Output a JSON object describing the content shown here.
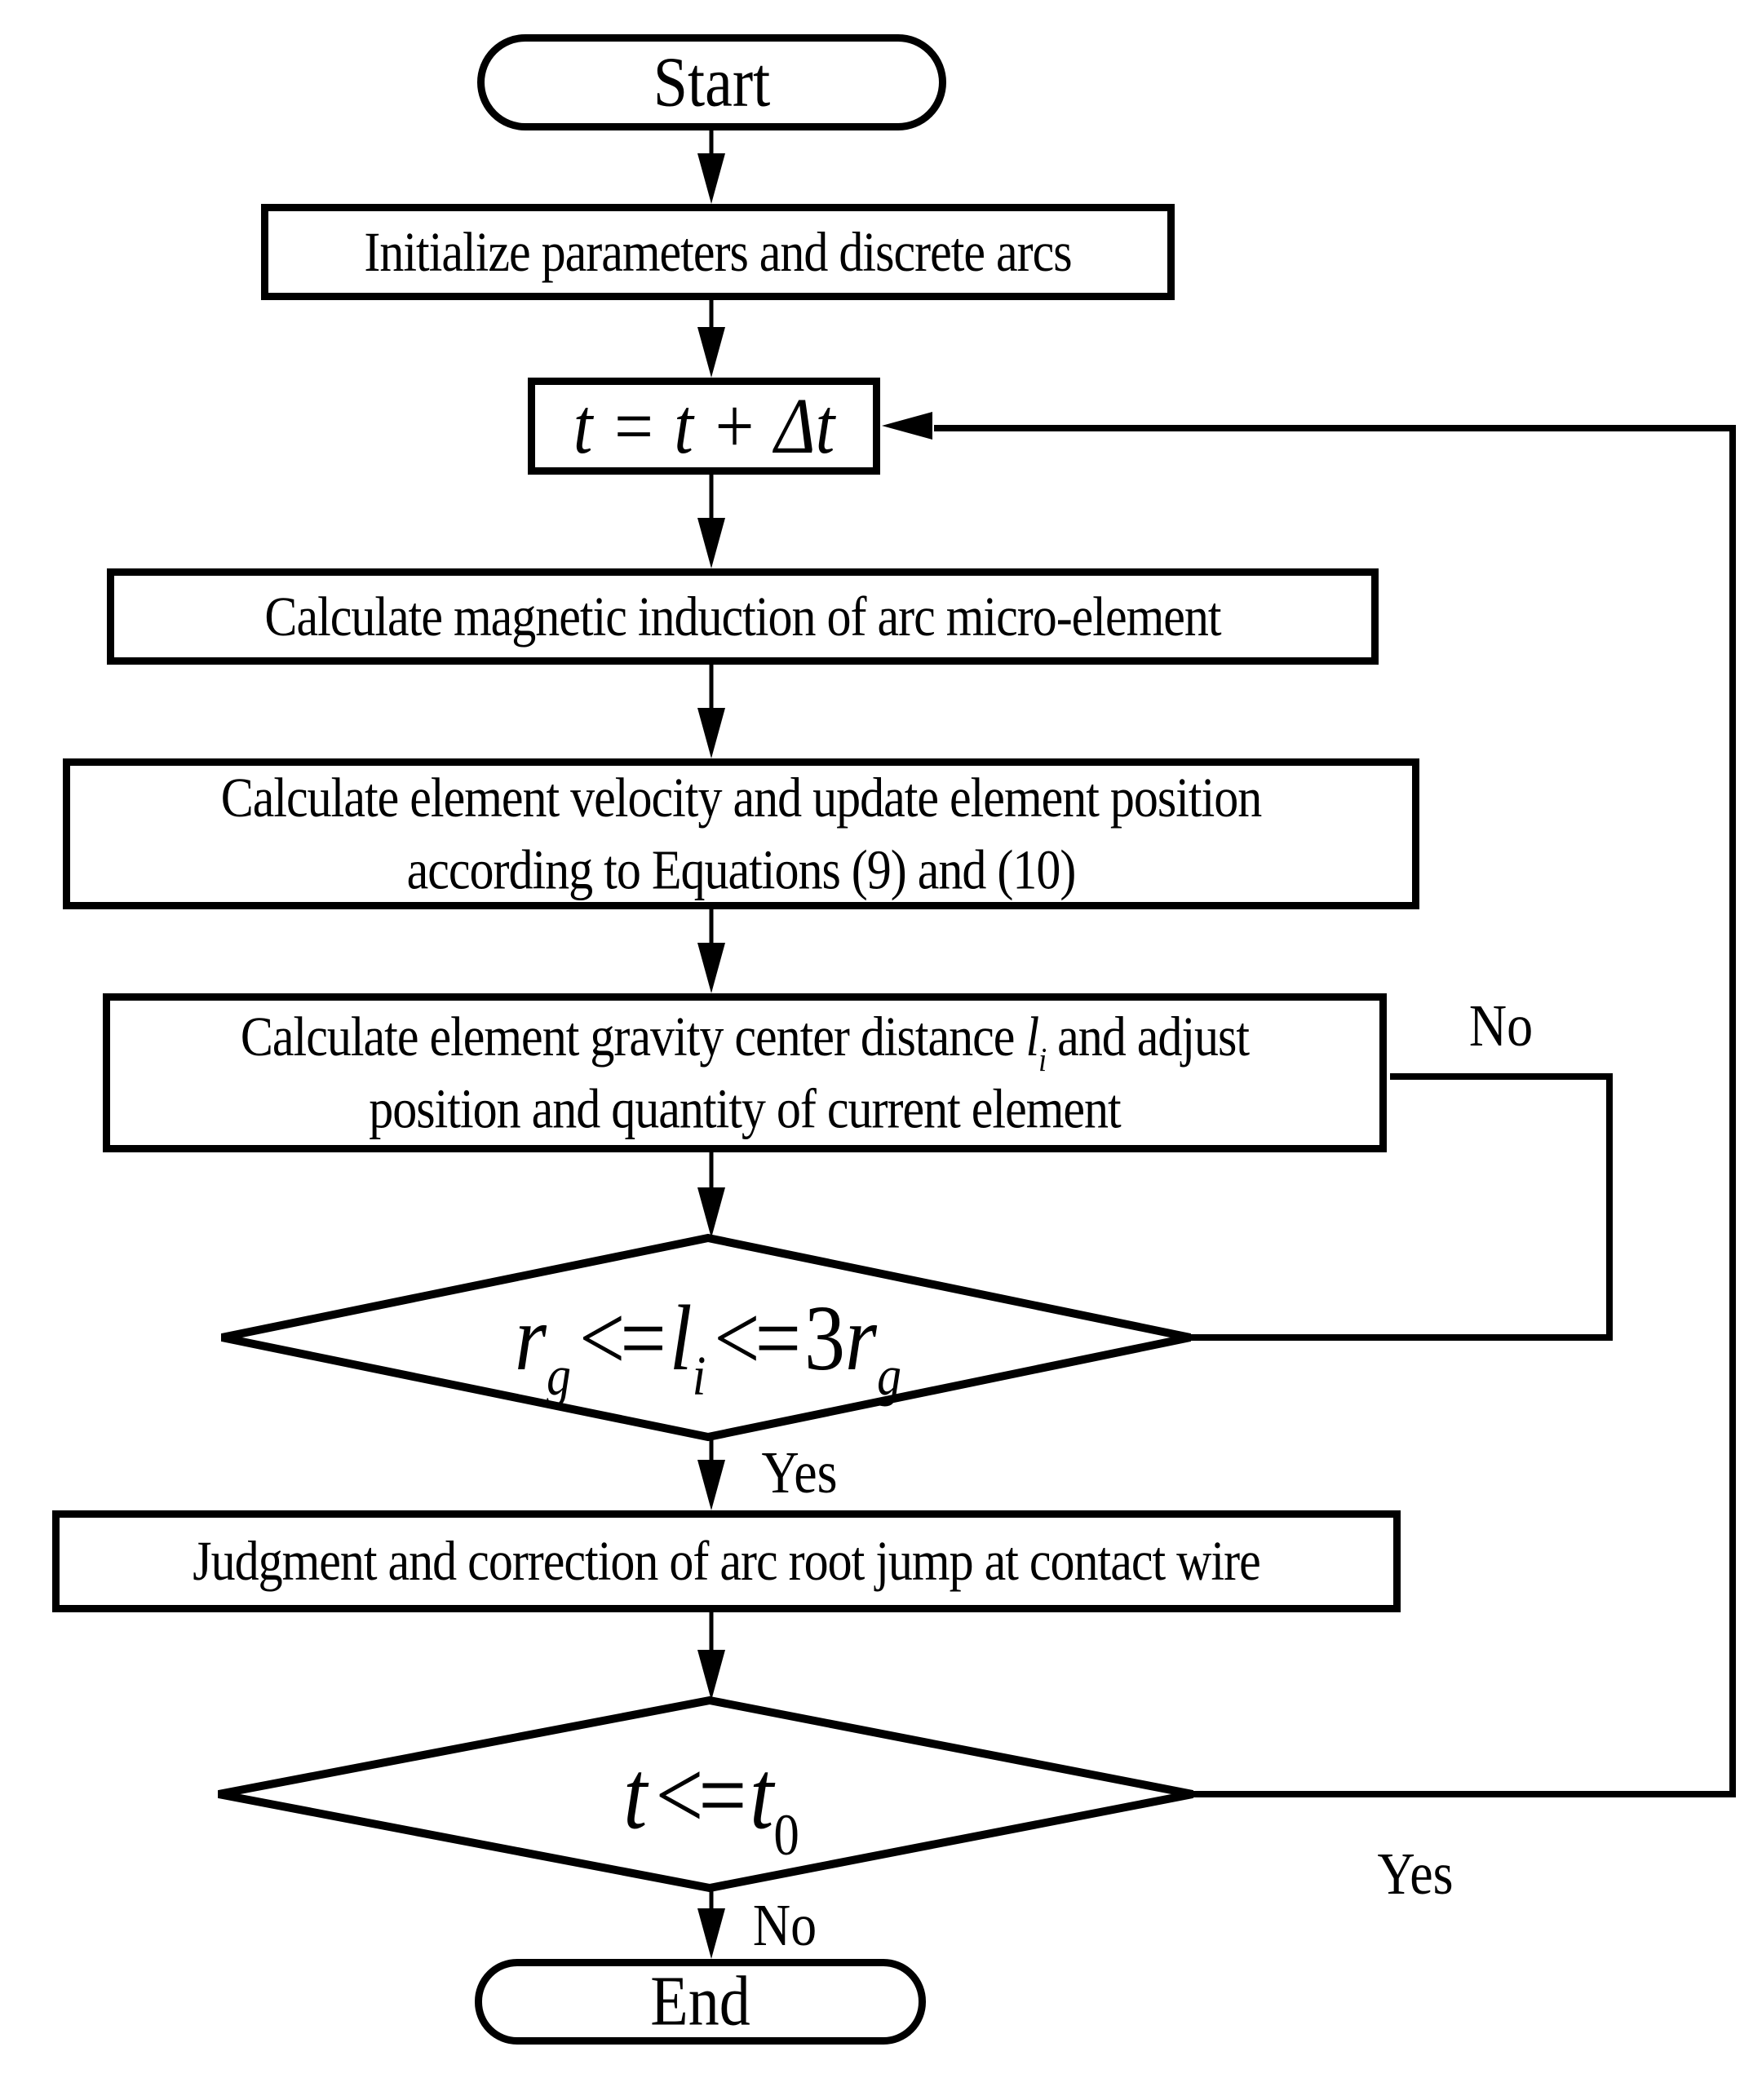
{
  "figure": {
    "background": "#ffffff",
    "stroke_color": "#000000"
  },
  "nodes": {
    "start": {
      "label": "Start"
    },
    "initialize": {
      "label": "Initialize parameters and discrete arcs"
    },
    "time_step": {
      "formula": "t = t + Δt"
    },
    "magnetic": {
      "label": "Calculate magnetic induction of arc micro-element"
    },
    "velocity": {
      "line1": "Calculate element velocity and update element position",
      "line2": "according to Equations (9) and (10)"
    },
    "gravity": {
      "line1_pre": "Calculate element gravity center distance ",
      "line1_var": "l",
      "line1_sub": "i",
      "line1_post": " and adjust",
      "line2": "position and quantity of current element"
    },
    "decision_distance": {
      "lhs": "r",
      "lhs_sub": "g",
      "op1": "<=",
      "mid": "l",
      "mid_sub": "i",
      "op2": "<=",
      "coef": "3",
      "rhs": "r",
      "rhs_sub": "g"
    },
    "judgment": {
      "label": "Judgment and correction of arc root jump at contact wire"
    },
    "decision_time": {
      "lhs": "t",
      "op": "<=",
      "rhs": "t",
      "rhs_sub": "0"
    },
    "end": {
      "label": "End"
    }
  },
  "edges": {
    "distance_yes": "Yes",
    "distance_no": "No",
    "time_yes": "Yes",
    "time_no": "No"
  }
}
